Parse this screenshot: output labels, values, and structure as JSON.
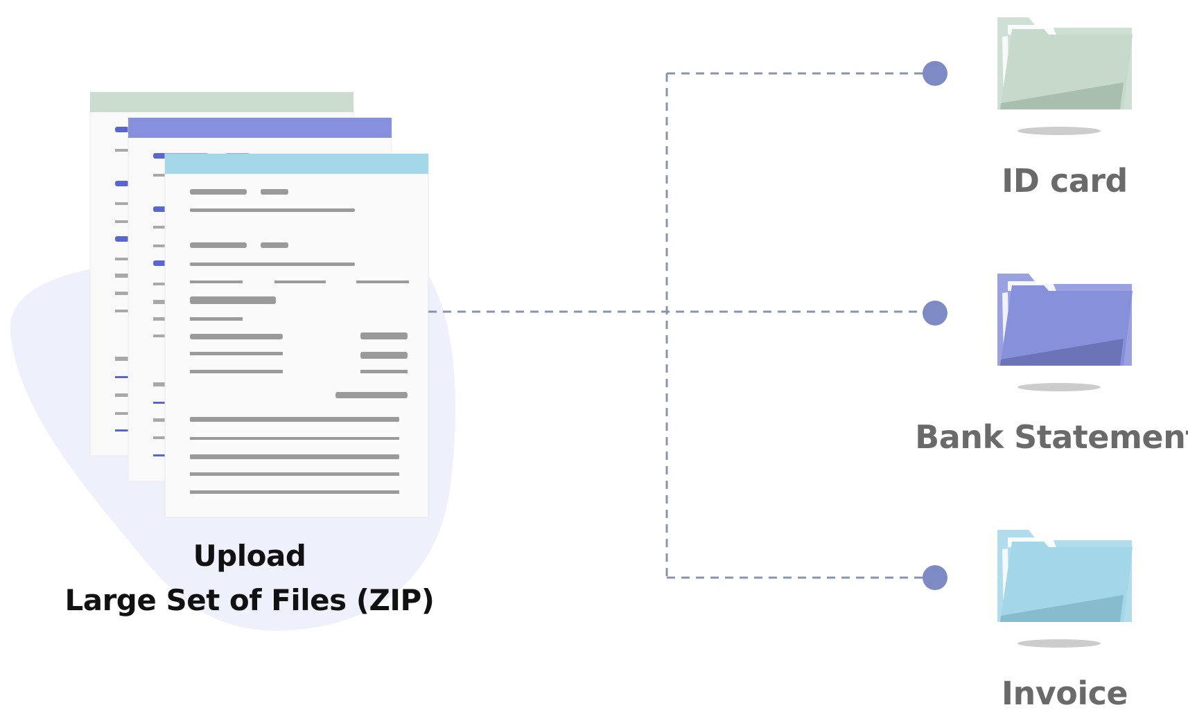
{
  "upload": {
    "line1": "Upload",
    "line2": "Large Set of Files (ZIP)"
  },
  "categories": [
    {
      "label": "ID card",
      "icon": "folder-icon",
      "color": "#c6d9cb",
      "shade": "#a9bfae"
    },
    {
      "label": "Bank Statement",
      "icon": "folder-icon",
      "color": "#8790da",
      "shade": "#6c74b8"
    },
    {
      "label": "Invoice",
      "icon": "folder-icon",
      "color": "#a2d6e8",
      "shade": "#86bccd"
    }
  ],
  "colors": {
    "connector": "#8a94a8",
    "dot": "#7d8ac4",
    "blob": "#eef0fc",
    "doc_header_green": "#c9dccd",
    "doc_header_blue": "#8690dc",
    "doc_header_cyan": "#a4d8e8"
  }
}
